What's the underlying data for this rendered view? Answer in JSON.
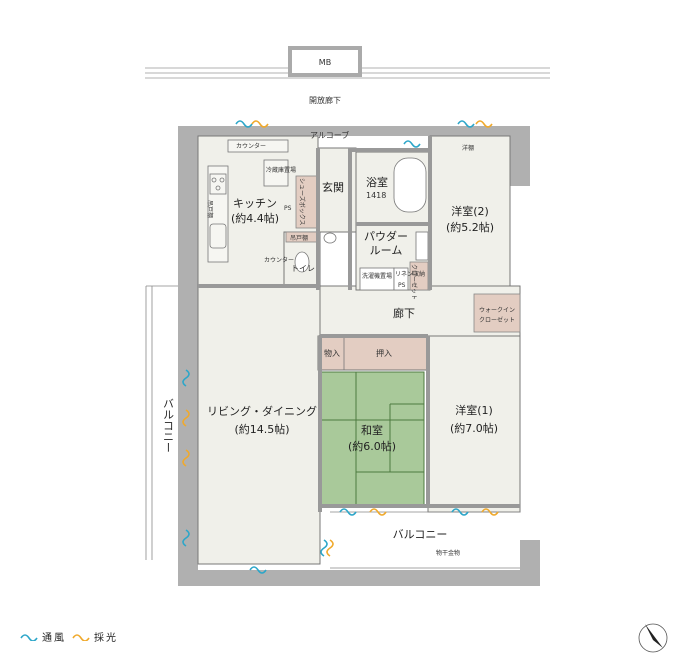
{
  "labels": {
    "mb": "MB",
    "corridor_open": "開放廊下",
    "alcove": "アルコーブ",
    "counter_top": "カウンター",
    "kitchen": "キッチン",
    "kitchen_area": "(約4.4帖)",
    "fridge": "冷蔵庫置場",
    "shoes_box": "シューズボックス",
    "ps1": "PS",
    "ps2": "PS",
    "genkan": "玄関",
    "bath": "浴室",
    "bath_size": "1418",
    "western2": "洋室(2)",
    "western2_area": "(約5.2帖)",
    "shelf_top": "洋棚",
    "powder": "パウダー",
    "powder2": "ルーム",
    "washer": "洗濯機置場",
    "linen": "リネン収納",
    "closet_small": "クローゼット",
    "toilet": "トイレ",
    "toilet_shelf": "吊戸棚",
    "toilet_counter": "カウンター",
    "cupboard": "吊戸棚",
    "hallway": "廊下",
    "wic": "ウォークイン",
    "wic2": "クローゼット",
    "storage": "物入",
    "oshiire": "押入",
    "ldk": "リビング・ダイニング",
    "ldk_area": "(約14.5帖)",
    "washitsu": "和室",
    "washitsu_area": "(約6.0帖)",
    "western1": "洋室(1)",
    "western1_area": "(約7.0帖)",
    "balcony_side": "バルコニー",
    "balcony_bottom": "バルコニー",
    "drying": "物干金物"
  },
  "legend": {
    "ventilation": "通風",
    "daylight": "採光"
  },
  "colors": {
    "wall": "#aaaaaa",
    "floor": "#f0f0ea",
    "tatami": "#a9c99a",
    "storage": "#e3cdc2",
    "wind": "#2ca6c9",
    "light": "#f0a92b"
  }
}
